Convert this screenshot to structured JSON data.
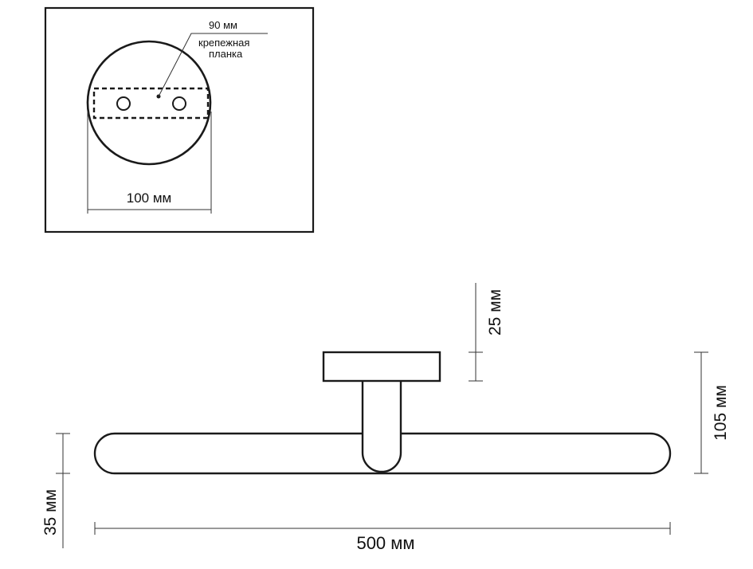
{
  "detail_view": {
    "plate_width_label": "90 мм",
    "plate_name_line1": "крепежная",
    "plate_name_line2": "планка",
    "base_diameter_label": "100 мм"
  },
  "front_view": {
    "base_thickness_label": "25 мм",
    "total_depth_label": "105 мм",
    "bar_diameter_label": "35 мм",
    "bar_length_label": "500 мм"
  },
  "colors": {
    "line": "#1a1a1a",
    "background": "#ffffff"
  }
}
